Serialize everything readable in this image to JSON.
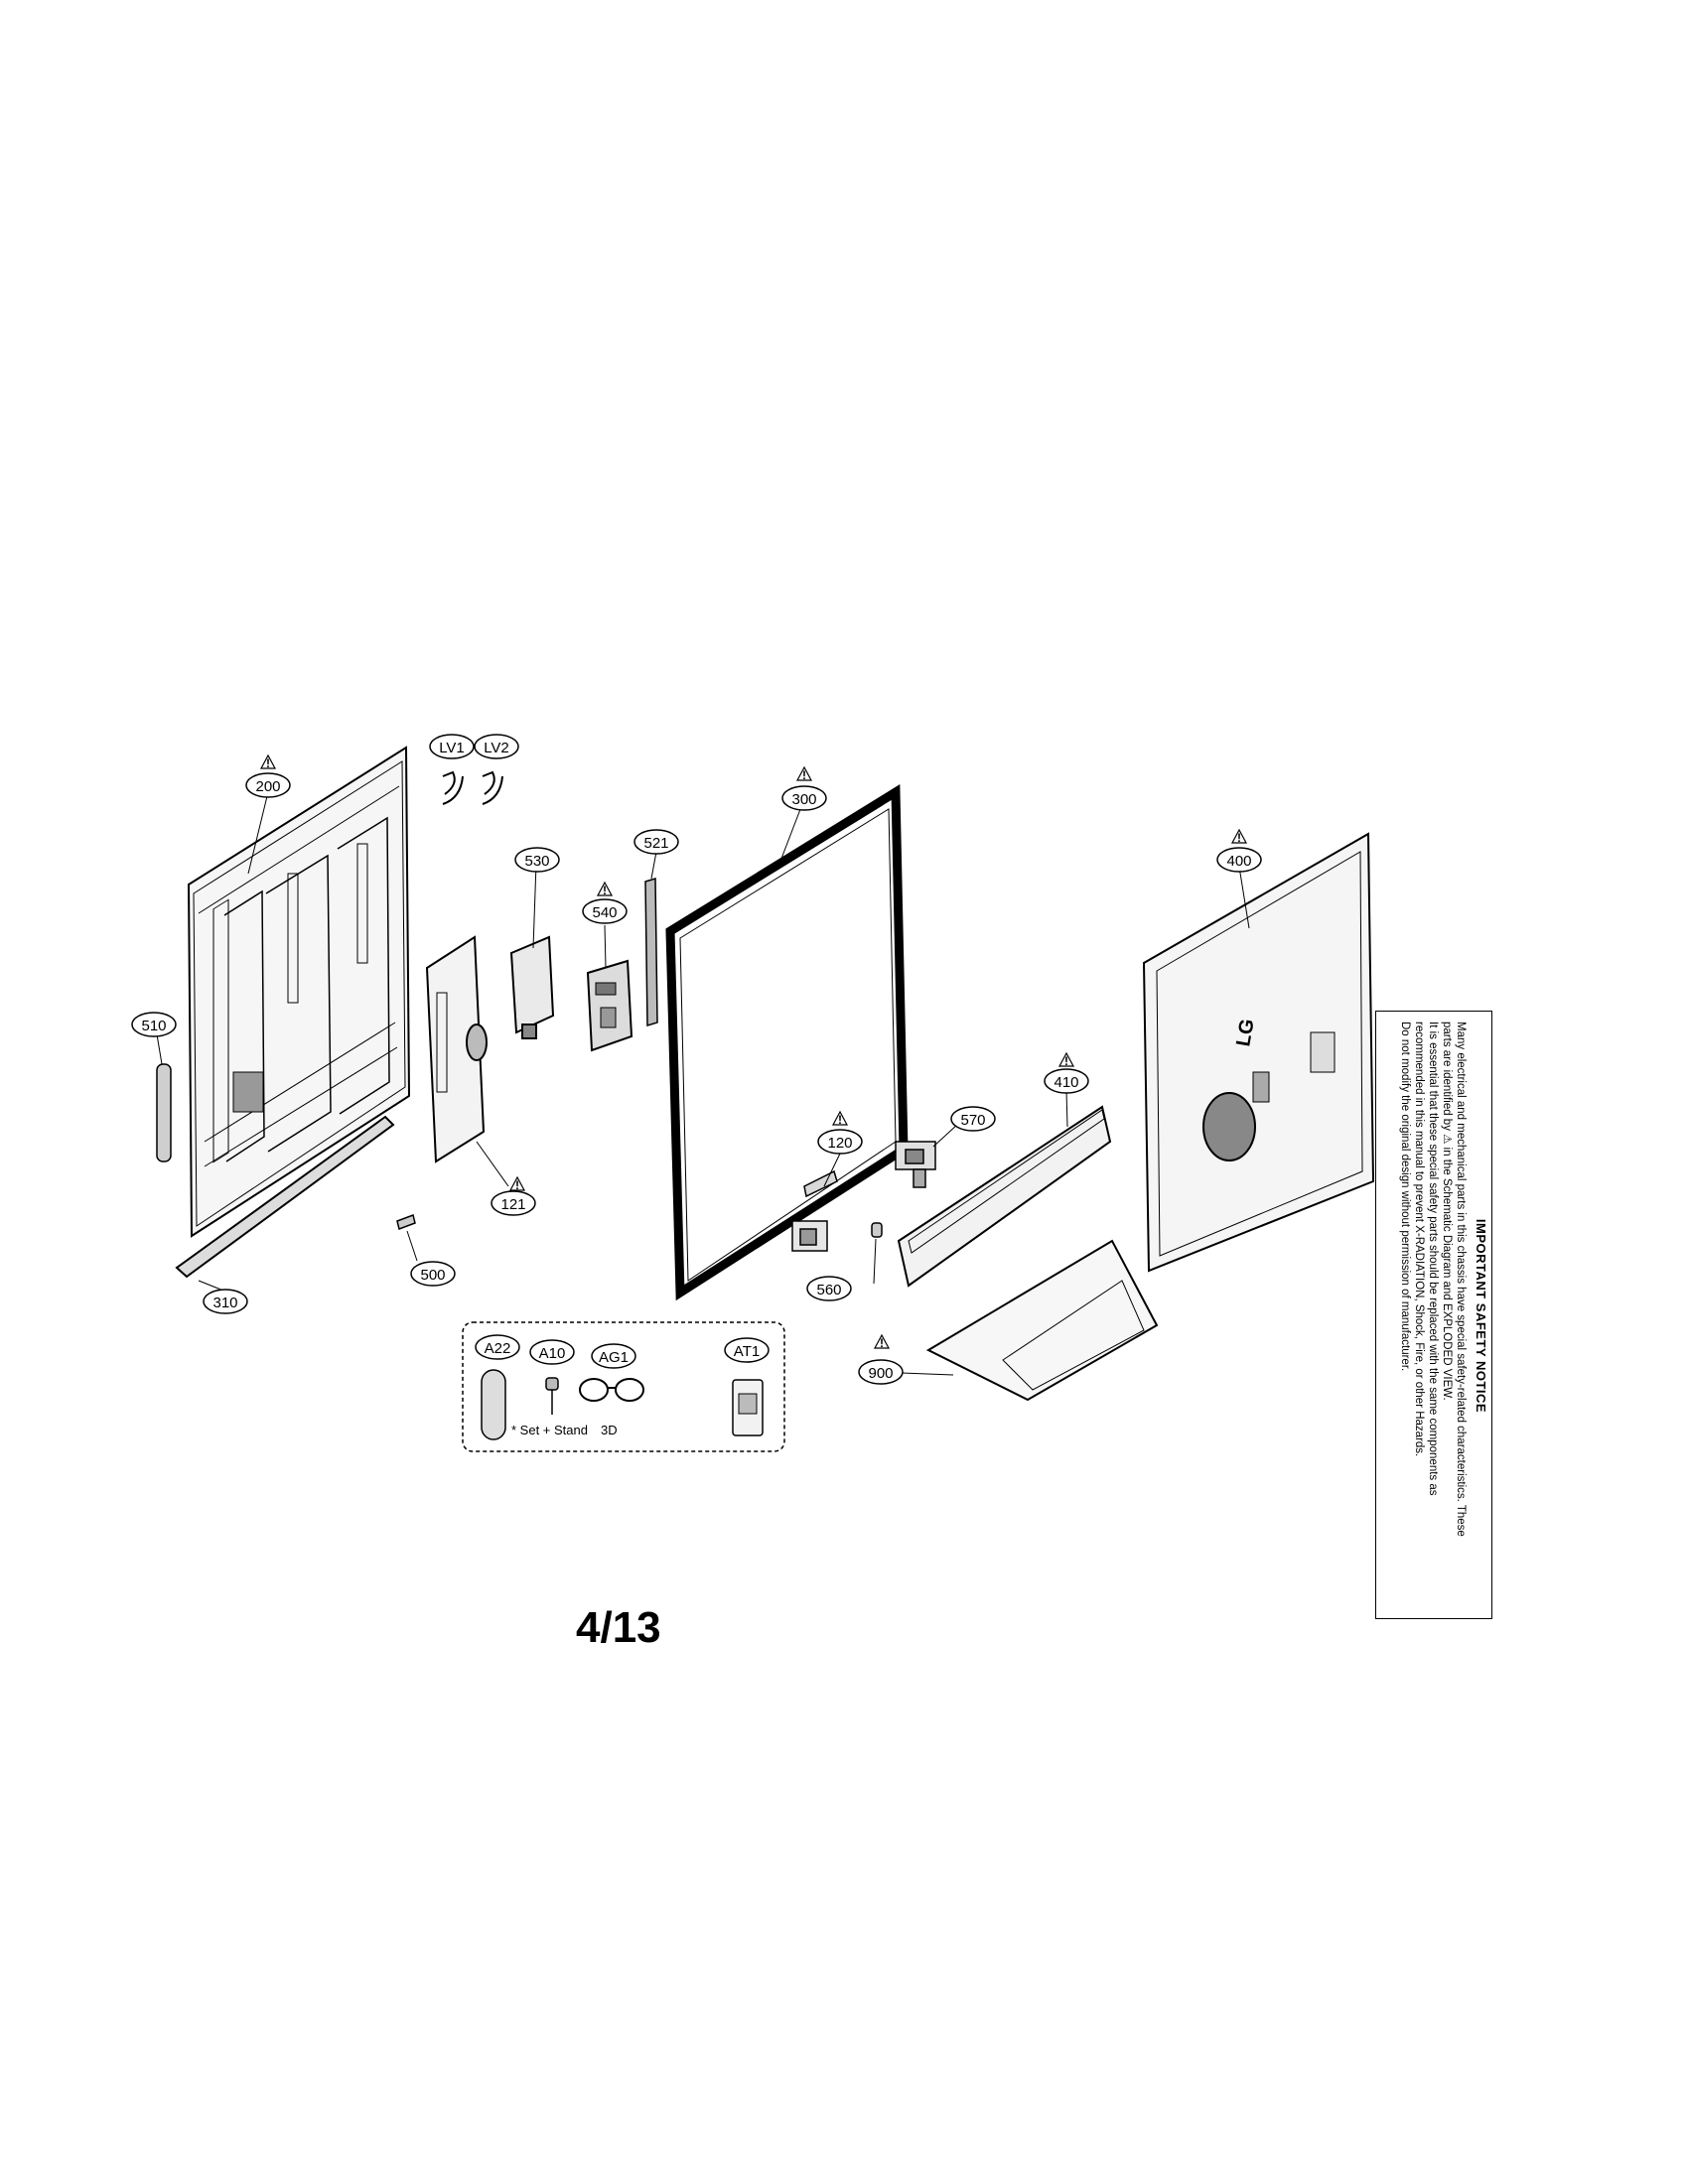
{
  "parts": {
    "p200": "200",
    "plv1": "LV1",
    "plv2": "LV2",
    "p530": "530",
    "p521": "521",
    "p300": "300",
    "p400": "400",
    "p540": "540",
    "p510": "510",
    "p410": "410",
    "p120": "120",
    "p570": "570",
    "p121": "121",
    "p500": "500",
    "p560": "560",
    "p310": "310",
    "p900": "900",
    "pa22": "A22",
    "pa10": "A10",
    "pag1": "AG1",
    "pat1": "AT1"
  },
  "warning_symbol": "!",
  "accessory_notes": {
    "set_stand": "* Set + Stand",
    "three_d": "3D"
  },
  "page_number": "4/13",
  "safety_notice": {
    "title": "IMPORTANT SAFETY NOTICE",
    "lines": [
      "Many electrical and mechanical parts in this chassis have special safety-related characteristics. These",
      "parts are identified by ⚠ in the Schematic Diagram and EXPLODED VIEW.",
      "It is essential that these special safety parts should be replaced with the same components as",
      "recommended in this manual to prevent X-RADIATION, Shock, Fire, or other Hazards.",
      "Do not modify the original design without permission of manufacturer."
    ]
  }
}
